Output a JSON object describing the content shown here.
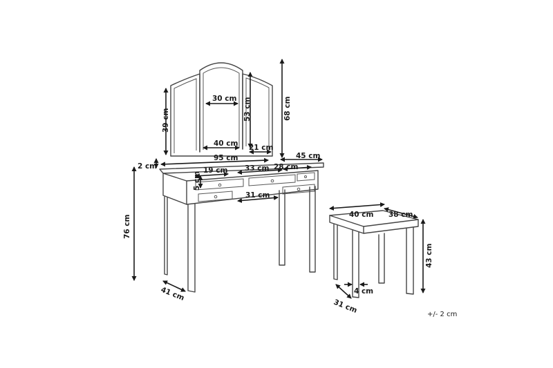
{
  "dimensions": {
    "mirror_center_width": "30 cm",
    "mirror_side_height": "39 cm",
    "mirror_center_height": "53 cm",
    "mirror_base_width": "40 cm",
    "mirror_wing_width": "21 cm",
    "mirror_total_height": "68 cm",
    "desk_width": "95 cm",
    "desk_depth": "45 cm",
    "top_thickness": "2 cm",
    "drawer_small_width": "19 cm",
    "drawer_center_width": "33 cm",
    "drawer_right_width": "28 cm",
    "drawer_height": "5 cm",
    "knee_space_width": "31 cm",
    "desk_height": "76 cm",
    "desk_side_depth": "41 cm",
    "stool_width": "40 cm",
    "stool_depth": "38 cm",
    "stool_height": "43 cm",
    "stool_leg": "4 cm",
    "stool_bottom_depth": "31 cm"
  },
  "tolerance": "+/- 2 cm"
}
